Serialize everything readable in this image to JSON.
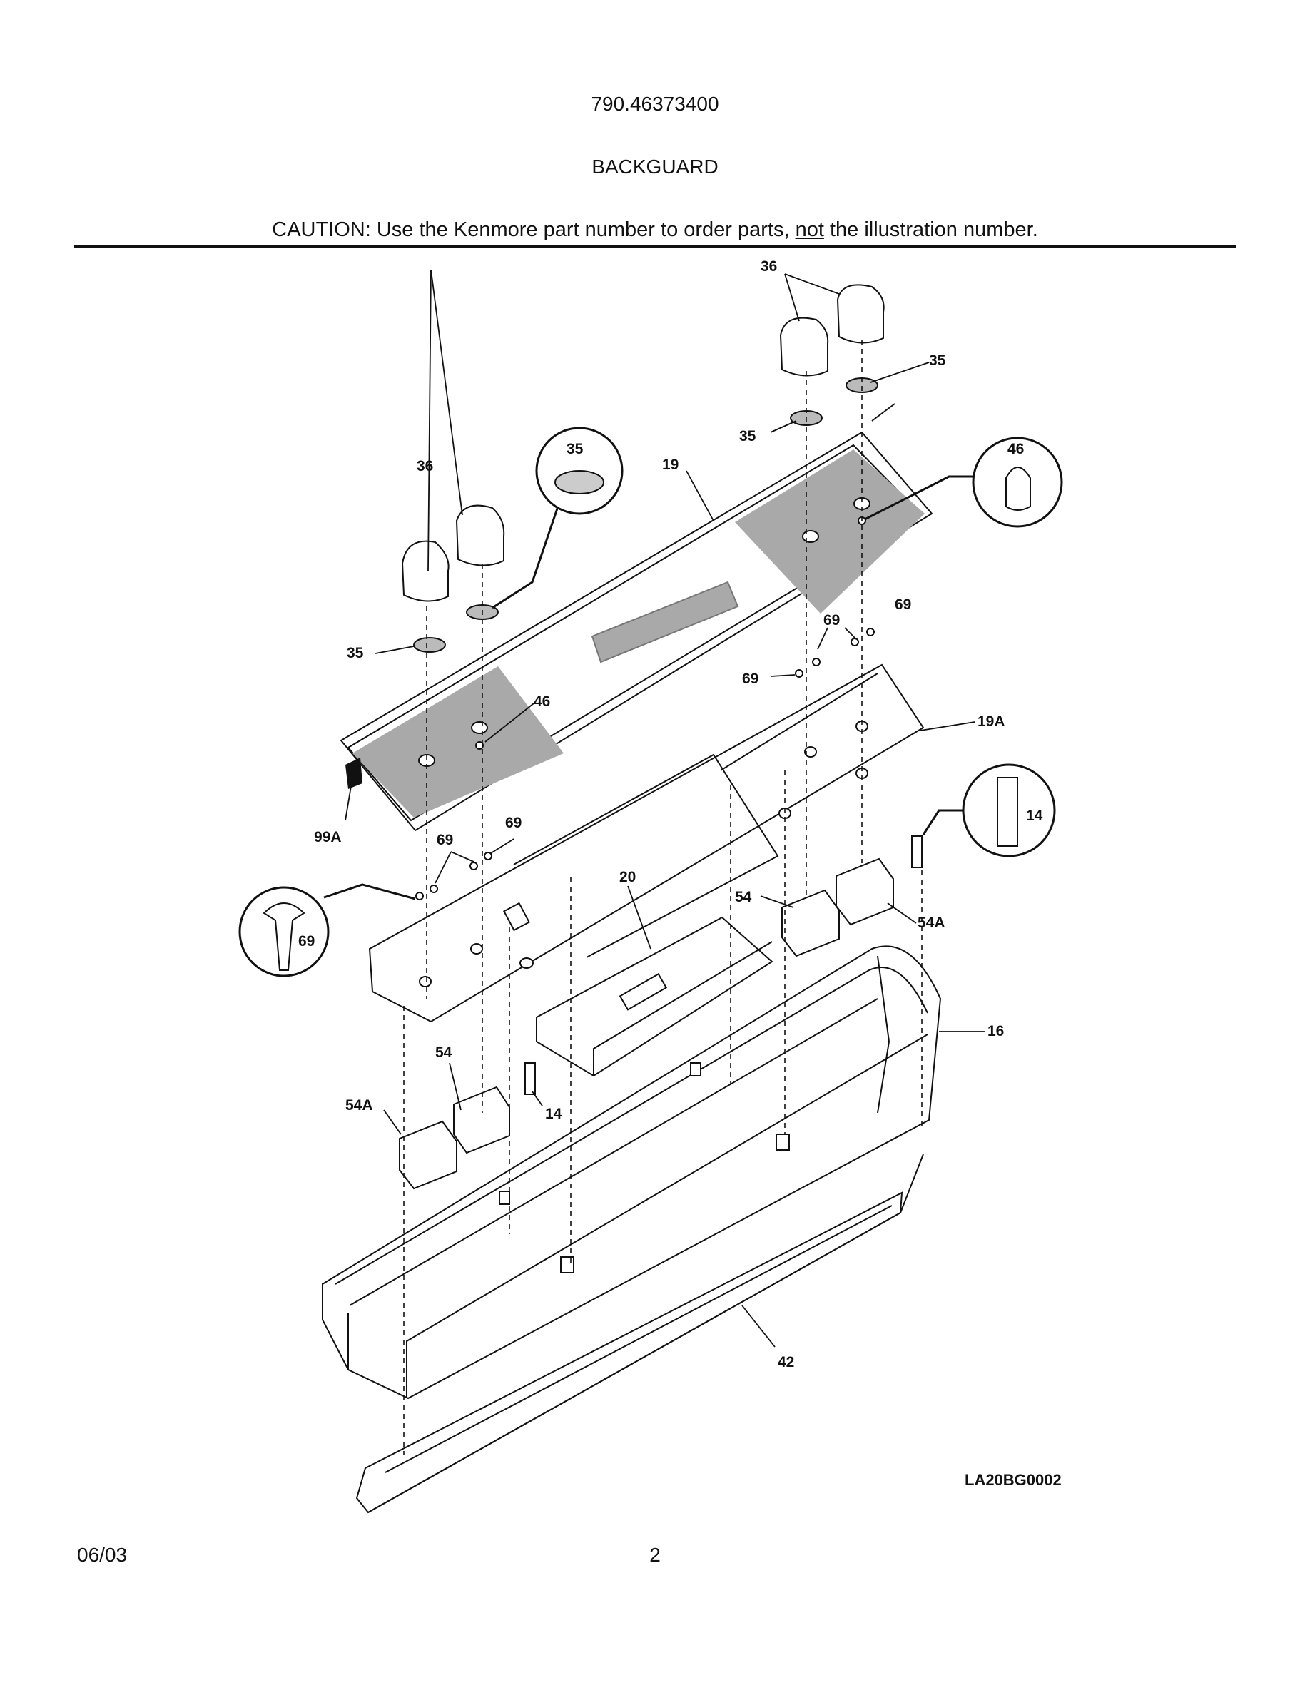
{
  "header": {
    "model_number": "790.46373400",
    "section_title": "BACKGUARD",
    "caution_prefix": "CAUTION: Use the Kenmore part number to order parts, ",
    "caution_emphasis": "not",
    "caution_suffix": " the illustration number."
  },
  "callouts": {
    "c36_top": "36",
    "c35_top_right": "35",
    "c35_top_mid": "35",
    "c46_circle": "46",
    "c19": "19",
    "c36_left": "36",
    "c35_circle": "35",
    "c35_left": "35",
    "c46_left": "46",
    "c69_a": "69",
    "c69_b": "69",
    "c69_c": "69",
    "c19a": "19A",
    "c99a": "99A",
    "c69_d": "69",
    "c69_e": "69",
    "c14_circle": "14",
    "c20": "20",
    "c54_right": "54",
    "c54a_right": "54A",
    "c69_circle": "69",
    "c16": "16",
    "c54_left": "54",
    "c54a_left": "54A",
    "c14_left": "14",
    "c42": "42"
  },
  "illustration_ref": "LA20BG0002",
  "footer": {
    "date": "06/03",
    "page": "2"
  },
  "colors": {
    "line": "#111111",
    "shade": "#a9a9a9",
    "part_fill": "#ffffff"
  }
}
